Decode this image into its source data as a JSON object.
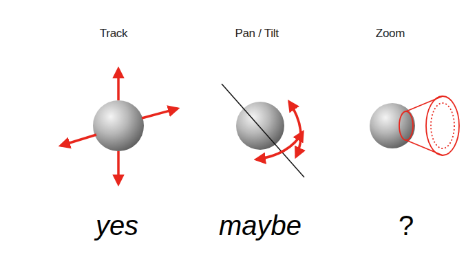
{
  "diagram": {
    "labels": [
      "Track",
      "Pan / Tilt",
      "Zoom",
      "yes",
      "maybe",
      "?"
    ]
  }
}
